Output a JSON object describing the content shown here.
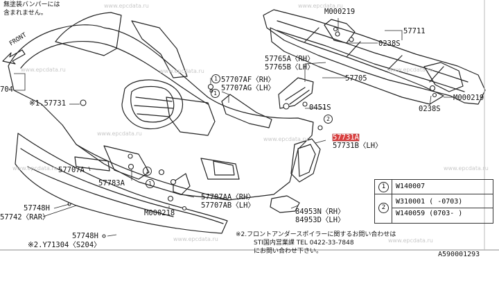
{
  "watermark": "www.epcdata.ru",
  "notes": {
    "unpainted": [
      "無塗装バンパーには",
      "含まれません。"
    ],
    "front": "FRONT",
    "footnote2": [
      "※2.フロントアンダースポイラーに関するお問い合わせは",
      "STI国内営業課 TEL 0422-33-7848",
      "にお問い合わせ下さい。"
    ]
  },
  "parts": {
    "p_M000219_top": "M000219",
    "p_57711": "57711",
    "p_0238S_top": "0238S",
    "p_57765A": "57765A〈RH〉",
    "p_57765B": "57765B〈LH〉",
    "p_57705": "57705",
    "p_57707AF": "57707AF〈RH〉",
    "p_57707AG": "57707AG〈LH〉",
    "p_0451S": "0451S",
    "p_0238S_right": "0238S",
    "p_M000219_right": "M000219",
    "p_704": "704",
    "p_57731_ref": "※1.57731",
    "p_57731A": "57731A〈RH〉",
    "p_57731B": "57731B〈LH〉",
    "p_57707A": "57707A",
    "p_57783A": "57783A",
    "p_57748H_1": "57748H",
    "p_57742": "57742〈RAR〉",
    "p_57748H_2": "57748H",
    "p_Y71304": "※2.Y71304〈S204〉",
    "p_M000218": "M000218",
    "p_57707AA": "57707AA〈RH〉",
    "p_57707AB": "57707AB〈LH〉",
    "p_84953N": "84953N〈RH〉",
    "p_84953D": "84953D〈LH〉",
    "p_diagram_id": "A590001293"
  },
  "callouts": {
    "c1": "1",
    "c2": "2"
  },
  "legend": {
    "rows": [
      {
        "num": "1",
        "codes": [
          "W140007"
        ]
      },
      {
        "num": "2",
        "codes": [
          "W310001 (    -0703)",
          "W140059 (0703-    )"
        ]
      }
    ]
  },
  "colors": {
    "line": "#222222",
    "highlight": "#d94040",
    "watermark": "#c8c8c8"
  }
}
